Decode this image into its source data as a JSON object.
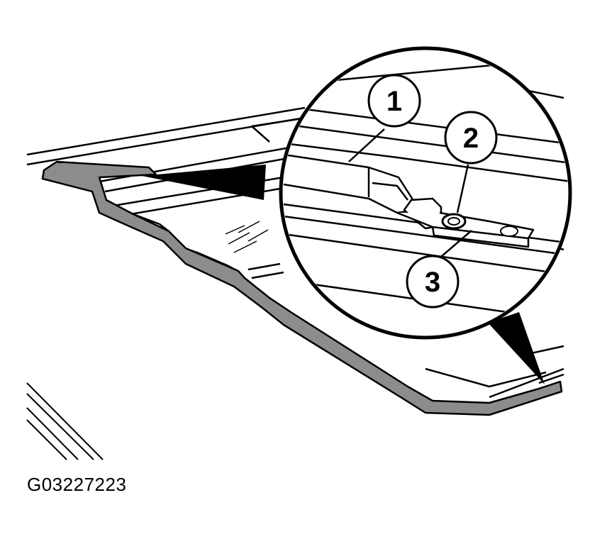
{
  "figure": {
    "id": "G03227223",
    "callouts": [
      {
        "label": "1"
      },
      {
        "label": "2"
      },
      {
        "label": "3"
      }
    ]
  },
  "colors": {
    "line": "#000000",
    "gasket": "#8c8c8c",
    "background": "#ffffff"
  }
}
